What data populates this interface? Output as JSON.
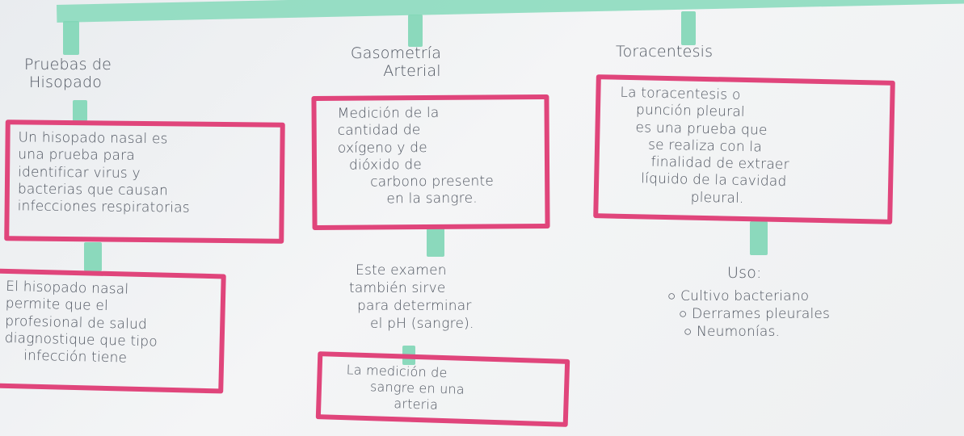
{
  "col1": {
    "title_lines": [
      "Pruebas de",
      "Hisopado"
    ],
    "box1_lines": [
      "Un hisopado nasal es",
      "una prueba para",
      "identificar virus y",
      "bacterias que causan",
      "infecciones respiratorias"
    ],
    "box2_lines": [
      "El hisopado nasal",
      "permite que el",
      "profesional de salud",
      "diagnostique que tipo",
      "infección tiene"
    ]
  },
  "col2": {
    "title_lines": [
      "Gasometría",
      "Arterial"
    ],
    "box1_lines": [
      "Medición de la",
      "cantidad de",
      "oxígeno y de",
      "dióxido de",
      "carbono presente",
      "en la sangre."
    ],
    "text_lines": [
      "Este examen",
      "también sirve",
      "para determinar",
      "el pH (sangre)."
    ],
    "box2_lines": [
      "La medición de",
      "sangre en una",
      "arteria"
    ]
  },
  "col3": {
    "title_lines": [
      "Toracentesis"
    ],
    "box1_lines": [
      "La toracentesis o",
      "punción pleural",
      "es una prueba que",
      "se realiza con la",
      "finalidad de extraer",
      "líquido de la cavidad",
      "pleural."
    ],
    "uses_title": "Uso:",
    "uses": [
      "Cultivo bacteriano",
      "Derrames pleurales",
      "Neumonías."
    ]
  }
}
